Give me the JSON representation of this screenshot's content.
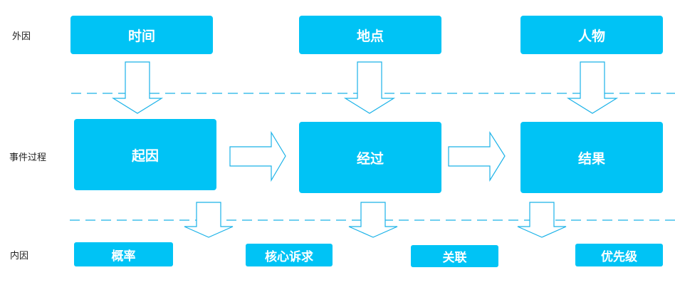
{
  "colors": {
    "box_fill": "#00c3f5",
    "arrow_stroke": "#1ab2e8",
    "dash": "#1ab2e8",
    "box_text": "#ffffff"
  },
  "row_labels": {
    "external": "外因",
    "process": "事件过程",
    "internal": "内因"
  },
  "external_factors": [
    "时间",
    "地点",
    "人物"
  ],
  "process_steps": [
    "起因",
    "经过",
    "结果"
  ],
  "internal_factors": [
    "概率",
    "核心诉求",
    "关联",
    "优先级"
  ]
}
